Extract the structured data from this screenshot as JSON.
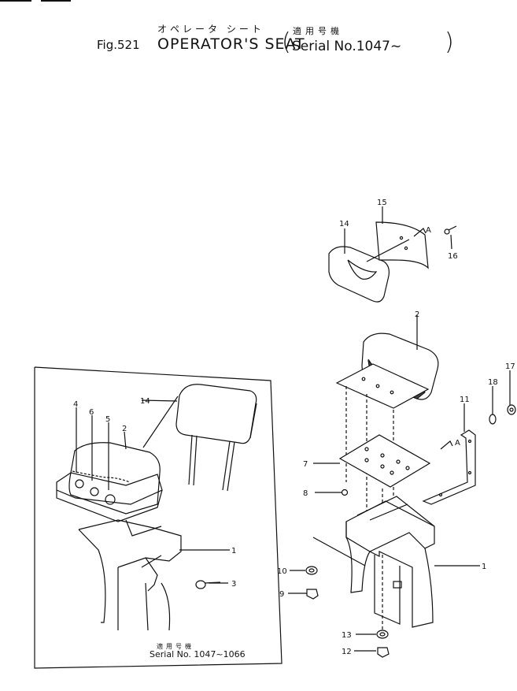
{
  "header": {
    "jp_title": "オペレータ シート",
    "fig_label": "Fig.521",
    "title": "OPERATOR'S SEAT",
    "paren_open": "(",
    "jp_serial": "適用号機",
    "serial": "Serial No.1047~",
    "paren_close": ")"
  },
  "inset": {
    "note_jp": "適用号機",
    "note_serial": "Serial No. 1047~1066"
  },
  "callouts": {
    "c1_inset": "1",
    "c2_inset": "2",
    "c3": "3",
    "c4": "4",
    "c5": "5",
    "c6": "6",
    "c14_inset": "14",
    "c14": "14",
    "c15": "15",
    "c16": "16",
    "c2": "2",
    "c11": "11",
    "c18": "18",
    "c17": "17",
    "c7": "7",
    "c8": "8",
    "c1": "1",
    "c10": "10",
    "c9": "9",
    "c13": "13",
    "c12": "12",
    "marker_a1": "A",
    "marker_a2": "A"
  }
}
